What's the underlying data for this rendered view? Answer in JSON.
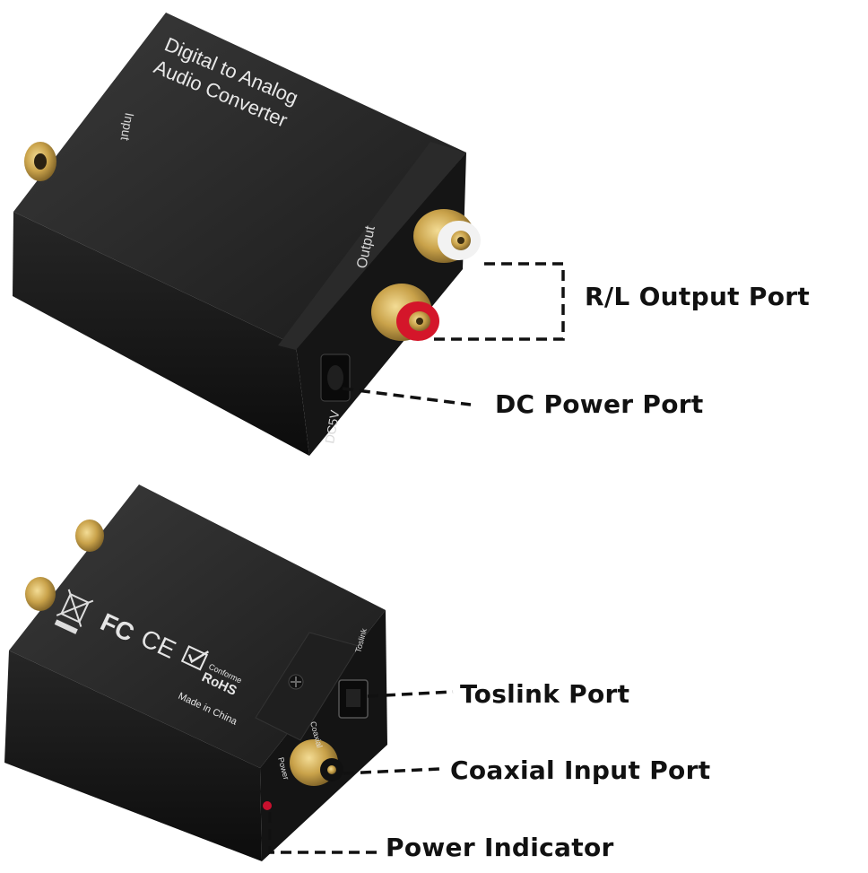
{
  "top_device": {
    "top_label_line1": "Digital to Analog",
    "top_label_line2": "Audio Converter",
    "input_label": "Input",
    "output_label": "Output",
    "dc_label": "DC5V"
  },
  "bottom_device": {
    "conforme": "Conforme",
    "rohs": "RoHS",
    "made_in": "Made in China",
    "toslink_label": "Toslink",
    "coaxial_label": "Coaxial",
    "power_label": "Power"
  },
  "callouts": {
    "rl_output": "R/L Output Port",
    "dc_power": "DC Power Port",
    "toslink": "Toslink Port",
    "coaxial": "Coaxial Input Port",
    "power_indicator": "Power Indicator"
  },
  "colors": {
    "body": "#1c1c1c",
    "body_dark": "#0e0e0e",
    "gold": "#c9a24a",
    "red_ring": "#d4162a",
    "white_ring": "#f2f2f2",
    "dash": "#111111"
  }
}
